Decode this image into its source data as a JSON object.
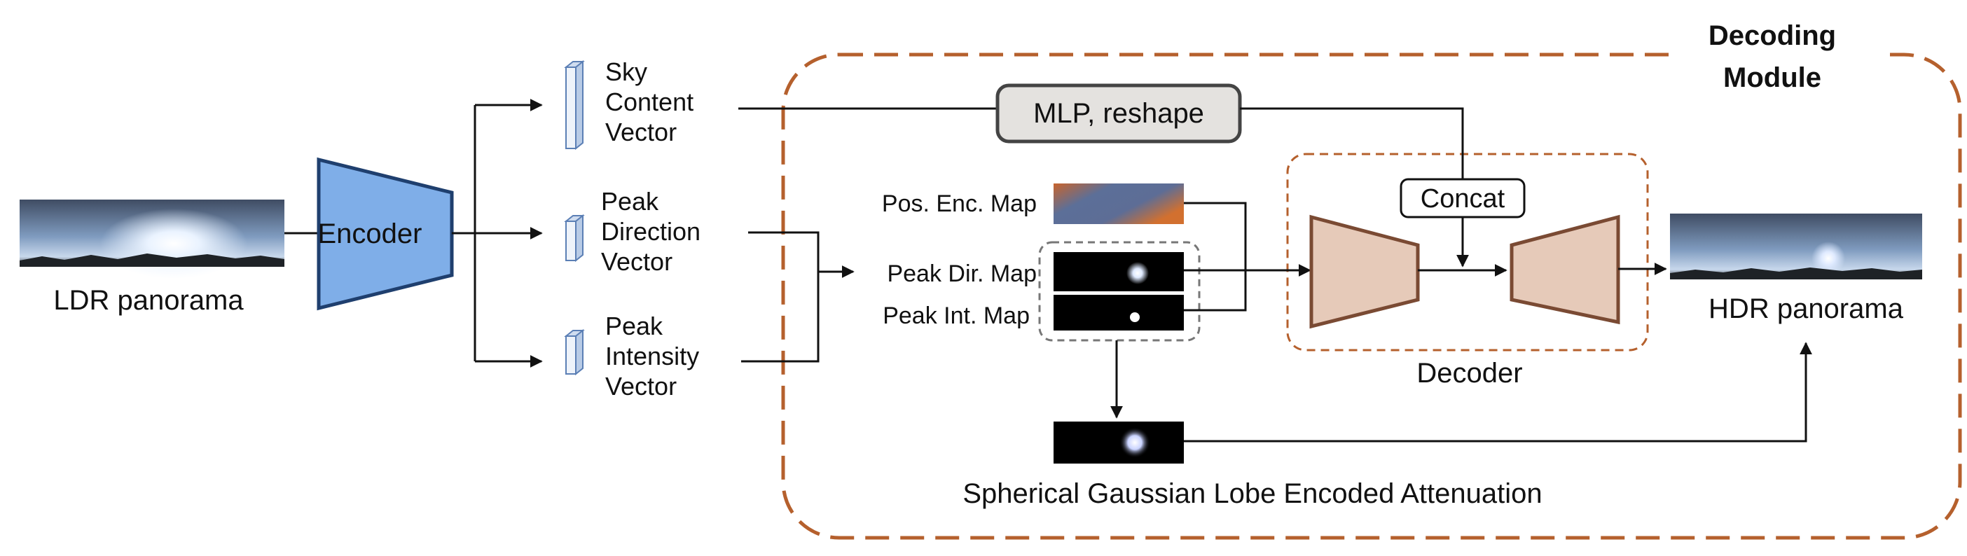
{
  "input": {
    "label": "LDR panorama"
  },
  "encoder": {
    "label": "Encoder"
  },
  "vectors": [
    {
      "id": "sky",
      "lines": [
        "Sky",
        "Content",
        "Vector"
      ]
    },
    {
      "id": "dir",
      "lines": [
        "Peak",
        "Direction",
        "Vector"
      ]
    },
    {
      "id": "int",
      "lines": [
        "Peak",
        "Intensity",
        "Vector"
      ]
    }
  ],
  "decoding_module": {
    "title_lines": [
      "Decoding",
      "Module"
    ]
  },
  "mlp": {
    "label": "MLP, reshape"
  },
  "maps": {
    "pos_enc": "Pos. Enc. Map",
    "peak_dir": "Peak Dir. Map",
    "peak_int": "Peak Int. Map"
  },
  "concat": {
    "label": "Concat"
  },
  "decoder": {
    "label": "Decoder"
  },
  "output": {
    "label": "HDR panorama"
  },
  "attenuation": {
    "label": "Spherical Gaussian Lobe Encoded Attenuation"
  },
  "colors": {
    "encoder_fill": "#7faee8",
    "encoder_stroke": "#1f3f6e",
    "decoder_fill": "#e6cab9",
    "decoder_stroke": "#7a4a33",
    "module_border": "#b5602d",
    "mlp_fill": "#e4e2df",
    "mlp_stroke": "#444444"
  }
}
